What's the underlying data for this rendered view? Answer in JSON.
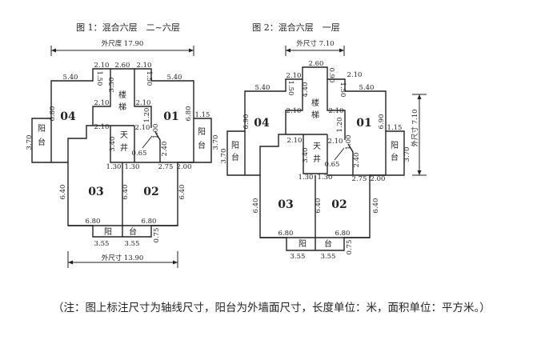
{
  "fig1": {
    "title": "图 1：混合六层　二~六层",
    "labels": [
      "外尺度 17.90",
      "2.10",
      "2.60",
      "2.10",
      "5.40",
      "5.40",
      "1.50",
      "1.50",
      "3.50",
      "楼",
      "梯",
      "2.10",
      "2.10",
      "6.80",
      "6.80",
      "04",
      "01",
      "1.20",
      "1.15",
      "2.10",
      "2.10",
      "1.00",
      "阳",
      "台",
      "阳",
      "台",
      "3.70",
      "3.70",
      "天",
      "井",
      "3.40",
      "0.65",
      "2.40",
      "1.30",
      "1.30",
      "2.75",
      "2.00",
      "6.40",
      "6.40",
      "6.40",
      "03",
      "02",
      "6.80",
      "6.80",
      "阳",
      "台",
      "0.75",
      "3.55",
      "3.55",
      "外尺寸 13.90"
    ]
  },
  "fig2": {
    "title": "图 2：混合六层　一层",
    "labels": [
      "外尺寸 7.10",
      "2.60",
      "0.90",
      "2.10",
      "2.10",
      "5.40",
      "5.40",
      "1.50",
      "1.50",
      "4.40",
      "楼",
      "梯",
      "2.10",
      "2.10",
      "6.90",
      "6.90",
      "04",
      "01",
      "1.20",
      "1.15",
      "2.10",
      "2.10",
      "1.00",
      "阳",
      "台",
      "阳",
      "台",
      "3.70",
      "3.70",
      "天",
      "井",
      "3.40",
      "0.65",
      "2.40",
      "1.30",
      "1.30",
      "2.75",
      "2.00",
      "6.40",
      "6.40",
      "6.40",
      "03",
      "02",
      "6.80",
      "6.80",
      "阳",
      "台",
      "0.75",
      "3.55",
      "3.55",
      "外尺寸 7.10"
    ]
  },
  "note": "（注：图上标注尺寸为轴线尺寸，阳台为外墙面尺寸，长度单位：米，面积单位：平方米。）"
}
